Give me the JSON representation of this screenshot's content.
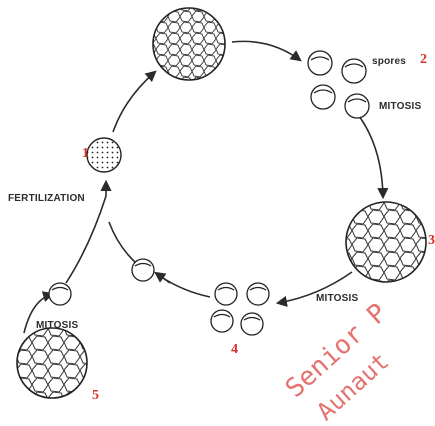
{
  "labels": {
    "spores": "spores",
    "mitosis_top": "MITOSIS",
    "fertilization": "FERTILIZATION",
    "mitosis_bottom": "MITOSIS",
    "mitosis_left": "MITOSIS"
  },
  "stage_numbers": {
    "n1": "1",
    "n2": "2",
    "n3": "3",
    "n4": "4",
    "n5": "5"
  },
  "watermark": {
    "line1": "Senior P",
    "line2": "Aunaut"
  },
  "colors": {
    "stage_number": "#d9302c",
    "stroke": "#2b2b2b",
    "watermark": "#e05a55"
  }
}
